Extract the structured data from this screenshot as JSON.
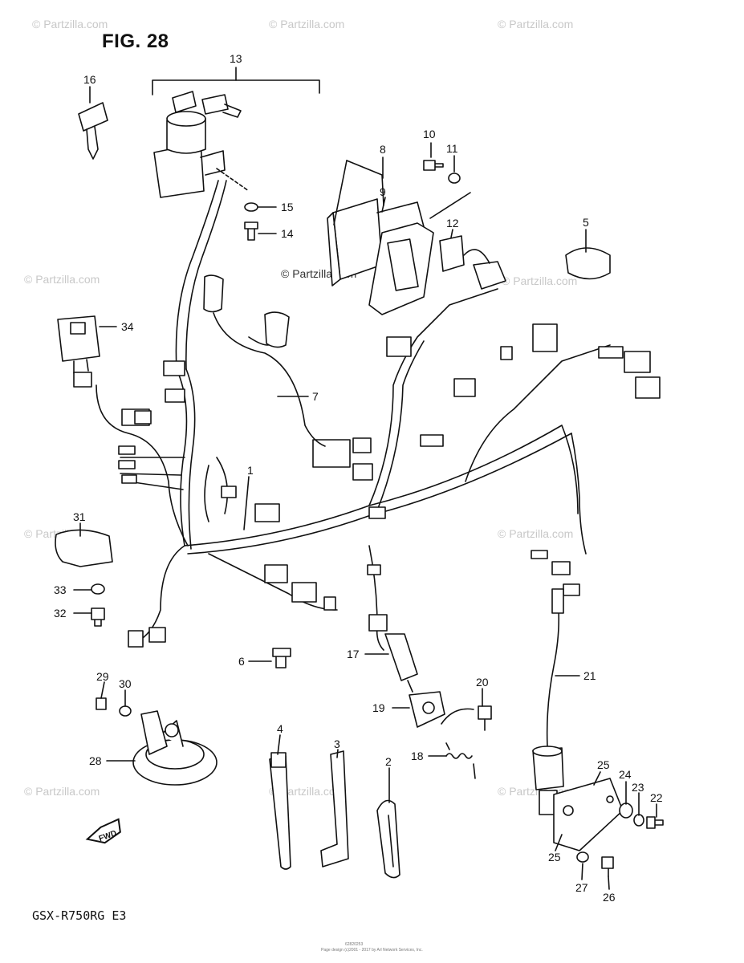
{
  "figure": {
    "title": "FIG. 28",
    "model": "GSX-R750RG  E3"
  },
  "watermark": {
    "text": "© Partzilla.com",
    "center_text": "© Partzilla.com"
  },
  "fwd_label": "FWD",
  "footer": {
    "line1": "62820253",
    "line2": "Page design (c)2001 - 2017 by Arl Network Services, Inc."
  },
  "callouts": [
    "1",
    "2",
    "3",
    "4",
    "5",
    "6",
    "7",
    "8",
    "9",
    "10",
    "11",
    "12",
    "13",
    "14",
    "15",
    "16",
    "17",
    "18",
    "19",
    "20",
    "21",
    "22",
    "23",
    "24",
    "25",
    "25",
    "26",
    "27",
    "28",
    "29",
    "30",
    "31",
    "32",
    "33",
    "34"
  ],
  "colors": {
    "ink": "#111111",
    "watermark": "#c8c8c8",
    "paper": "#ffffff"
  }
}
